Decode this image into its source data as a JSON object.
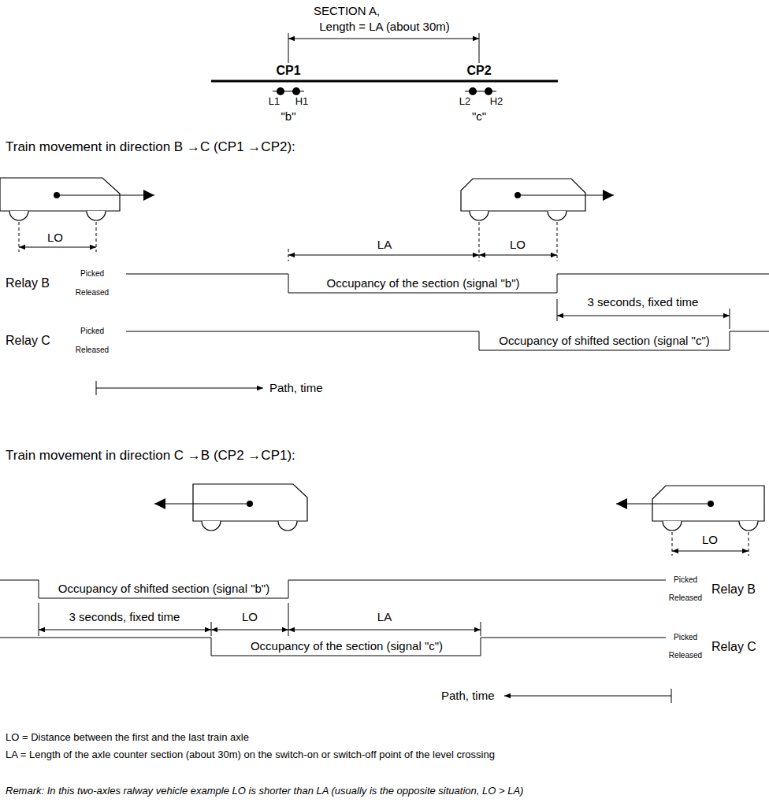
{
  "diagram": {
    "labels": [
      "SECTION A,",
      "Length = LA (about 30m)",
      "CP1",
      "CP2",
      "L1",
      "H1",
      "\"b\"",
      "L2",
      "H2",
      "\"c\"",
      "Train movement in direction B →C (CP1 →CP2):",
      "LO",
      "LA",
      "LO",
      "Relay B",
      "Picked",
      "Released",
      "Occupancy of the section (signal \"b\")",
      "3 seconds, fixed time",
      "Relay C",
      "Picked",
      "Released",
      "Occupancy of shifted section (signal \"c\")",
      "Path, time",
      "Train movement in direction C →B (CP2 →CP1):",
      "Occupancy of shifted section (signal \"b\")",
      "3 seconds, fixed time",
      "LO",
      "LA",
      "Picked",
      "Released",
      "Relay B",
      "Occupancy of the section (signal \"c\")",
      "Picked",
      "Released",
      "Relay C",
      "LO",
      "Path, time",
      "LO = Distance between the first and the last train axle",
      "LA = Length of the axle counter section (about 30m) on the switch-on or switch-off point of the level crossing",
      "Remark: In this two-axles ralway vehicle example LO is shorter than LA (usually is the opposite situation, LO > LA)"
    ]
  }
}
